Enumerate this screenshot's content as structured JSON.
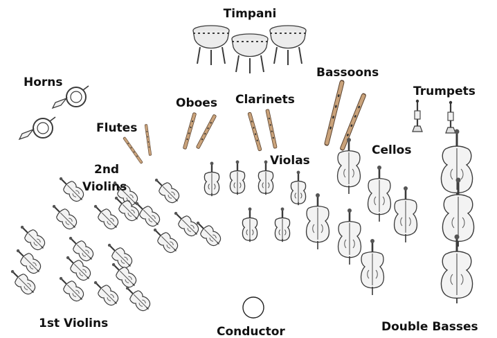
{
  "labels": {
    "timpani": "Timpani",
    "horns": "Horns",
    "bassoons": "Bassoons",
    "trumpets": "Trumpets",
    "oboes": "Oboes",
    "clarinets": "Clarinets",
    "flutes": "Flutes",
    "violas": "Violas",
    "cellos": "Cellos",
    "second_violins_1": "2nd",
    "second_violins_2": "Violins",
    "first_violins": "1st Violins",
    "conductor": "Conductor",
    "double_basses": "Double Basses"
  },
  "colors": {
    "wood": "#c9a27a",
    "wood_dark": "#8b6a4a",
    "drum": "#e6e6e6",
    "outline": "#3a3a3a",
    "label": "#111111"
  }
}
